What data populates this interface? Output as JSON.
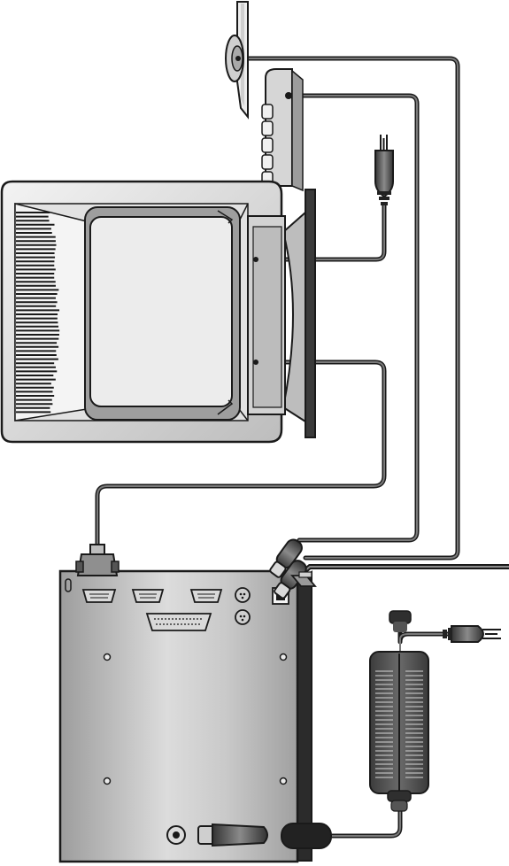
{
  "diagram": {
    "components": [
      {
        "id": "monitor",
        "icon": "crt-monitor-icon"
      },
      {
        "id": "mouse",
        "icon": "mouse-icon"
      },
      {
        "id": "keyboard",
        "icon": "keyboard-icon"
      },
      {
        "id": "monitor-power-plug",
        "icon": "power-plug-icon"
      },
      {
        "id": "computer",
        "icon": "computer-back-panel-icon"
      },
      {
        "id": "power-adapter",
        "icon": "power-adapter-icon"
      },
      {
        "id": "adapter-power-plug",
        "icon": "power-plug-icon"
      }
    ],
    "connections": [
      {
        "from": "mouse",
        "to": "computer"
      },
      {
        "from": "keyboard",
        "to": "computer"
      },
      {
        "from": "monitor",
        "to": "monitor-power-plug"
      },
      {
        "from": "monitor",
        "to": "computer"
      },
      {
        "from": "computer",
        "to": "network"
      },
      {
        "from": "power-adapter",
        "to": "computer"
      },
      {
        "from": "power-adapter",
        "to": "adapter-power-plug"
      }
    ],
    "colors": {
      "line": "#1a1a1a",
      "cable": "#4a4a4a",
      "case_light": "#d8d8d8",
      "case_mid": "#a8a8a8",
      "case_dark": "#555555",
      "case_side": "#2b2b2b",
      "screen": "#ececec"
    }
  }
}
